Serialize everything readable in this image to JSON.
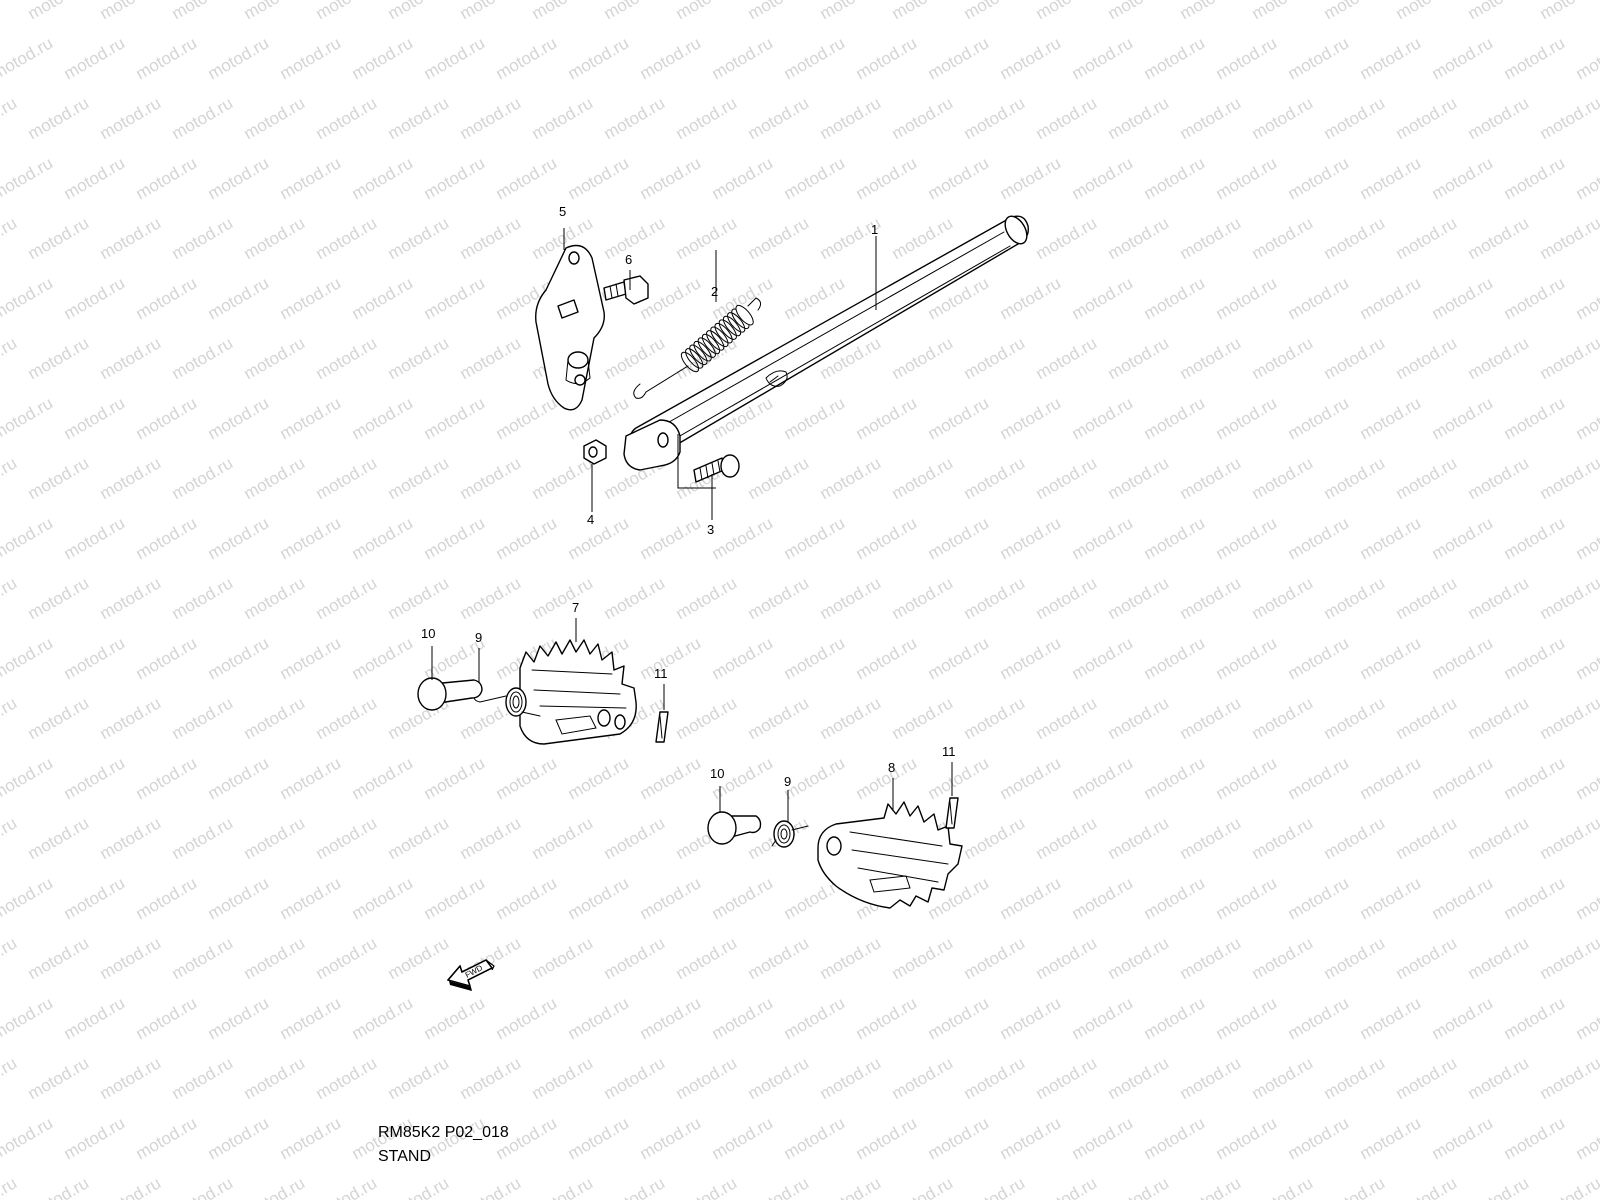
{
  "watermark": {
    "text": "motod.ru",
    "color": "#d4d4d4"
  },
  "callouts": {
    "p1": "1",
    "p2": "2",
    "p3": "3",
    "p4": "4",
    "p5": "5",
    "p6": "6",
    "p7": "7",
    "p8": "8",
    "p9a": "9",
    "p9b": "9",
    "p10a": "10",
    "p10b": "10",
    "p11a": "11",
    "p11b": "11"
  },
  "fwd_label": "FWD",
  "caption": {
    "code": "RM85K2 P02_018",
    "title": "STAND"
  }
}
